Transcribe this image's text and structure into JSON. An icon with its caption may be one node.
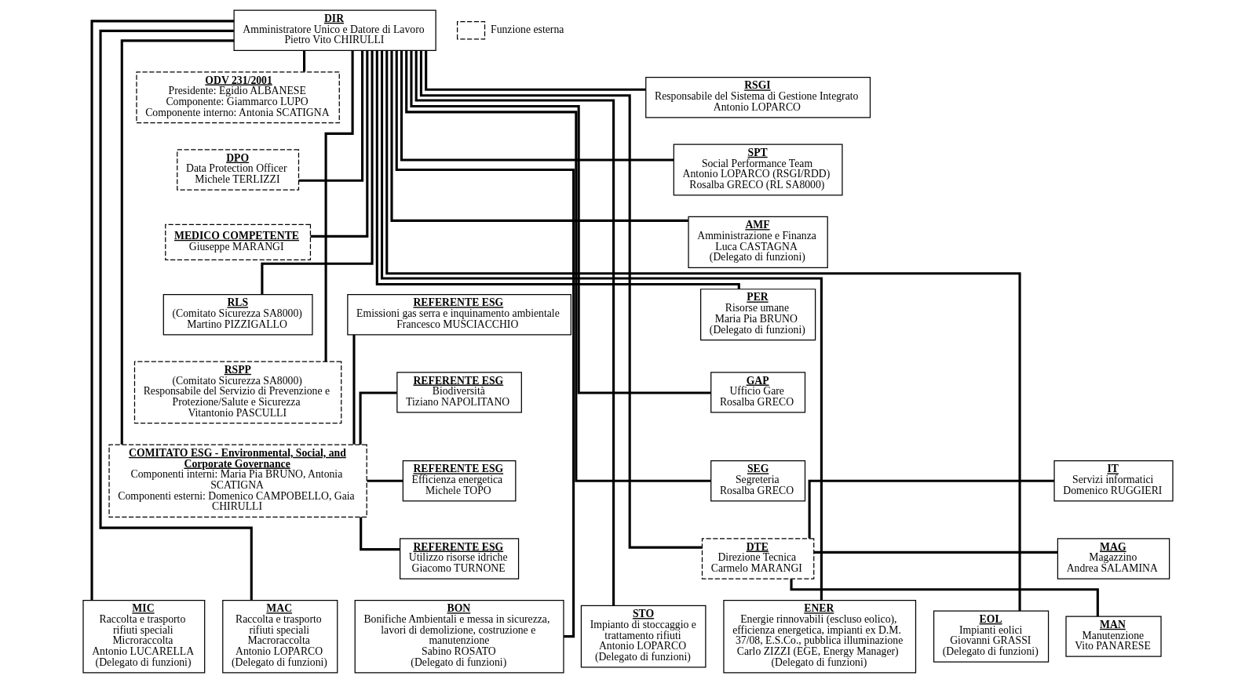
{
  "diagram": {
    "nodes": [
      {
        "text": [
          "DIR",
          "Amministratore Unico e Datore di Lavoro",
          "Pietro Vito CHIRULLI"
        ]
      },
      {
        "text": [
          "ODV 231/2001",
          "Presidente: Egidio ALBANESE",
          "Componente: Giammarco LUPO",
          "Componente interno: Antonia SCATIGNA"
        ]
      },
      {
        "text": [
          "DPO",
          "Data Protection Officer",
          "Michele TERLIZZI"
        ]
      },
      {
        "text": [
          "MEDICO COMPETENTE",
          "Giuseppe MARANGI"
        ]
      },
      {
        "text": [
          "RLS",
          "(Comitato Sicurezza SA8000)",
          "Martino PIZZIGALLO"
        ]
      },
      {
        "text": [
          "RSPP",
          "(Comitato Sicurezza SA8000)",
          "Responsabile del Servizio di Prevenzione e Protezione/Salute e Sicurezza",
          "Vitantonio PASCULLI"
        ]
      },
      {
        "text": [
          "COMITATO ESG - Environmental, Social, and Corporate Governance",
          "Componenti interni: Maria Pia BRUNO, Antonia SCATIGNA",
          "Componenti esterni: Domenico CAMPOBELLO, Gaia CHIRULLI"
        ]
      },
      {
        "text": [
          "REFERENTE ESG",
          "Emissioni gas serra e inquinamento ambientale",
          "Francesco MUSCIACCHIO"
        ]
      },
      {
        "text": [
          "REFERENTE ESG",
          "Biodiversità",
          "Tiziano NAPOLITANO"
        ]
      },
      {
        "text": [
          "REFERENTE ESG",
          "Efficienza energetica",
          "Michele TOPO"
        ]
      },
      {
        "text": [
          "REFERENTE ESG",
          "Utilizzo risorse idriche",
          "Giacomo TURNONE"
        ]
      },
      {
        "text": [
          "RSGI",
          "Responsabile del Sistema di Gestione Integrato",
          "Antonio LOPARCO"
        ]
      },
      {
        "text": [
          "SPT",
          "Social Performance Team",
          "Antonio LOPARCO (RSGI/RDD)",
          "Rosalba GRECO (RL SA8000)"
        ]
      },
      {
        "text": [
          "AMF",
          "Amministrazione e Finanza",
          "Luca CASTAGNA",
          "(Delegato di funzioni)"
        ]
      },
      {
        "text": [
          "PER",
          "Risorse umane",
          "Maria Pia BRUNO",
          "(Delegato di funzioni)"
        ]
      },
      {
        "text": [
          "GAP",
          "Ufficio Gare",
          "Rosalba GRECO"
        ]
      },
      {
        "text": [
          "SEG",
          "Segreteria",
          "Rosalba GRECO"
        ]
      },
      {
        "text": [
          "DTE",
          "Direzione Tecnica",
          "Carmelo MARANGI"
        ]
      },
      {
        "text": [
          "IT",
          "Servizi informatici",
          "Domenico RUGGIERI"
        ]
      },
      {
        "text": [
          "MAG",
          "Magazzino",
          "Andrea SALAMINA"
        ]
      },
      {
        "text": [
          "MAN",
          "Manutenzione",
          "Vito PANARESE"
        ]
      },
      {
        "text": [
          "MIC",
          "Raccolta e trasporto rifiuti speciali Microraccolta",
          "Antonio LUCARELLA",
          "(Delegato di funzioni)"
        ]
      },
      {
        "text": [
          "MAC",
          "Raccolta e trasporto rifiuti speciali Macroraccolta",
          "Antonio LOPARCO",
          "(Delegato di funzioni)"
        ]
      },
      {
        "text": [
          "BON",
          "Bonifiche Ambientali e messa in sicurezza, lavori di demolizione, costruzione e manutenzione",
          "Sabino ROSATO",
          "(Delegato di funzioni)"
        ]
      },
      {
        "text": [
          "STO",
          "Impianto di stoccaggio e trattamento rifiuti",
          "Antonio LOPARCO",
          "(Delegato di funzioni)"
        ]
      },
      {
        "text": [
          "ENER",
          "Energie rinnovabili (escluso eolico), efficienza energetica, impianti ex D.M. 37/08, E.S.Co., pubblica illuminazione",
          "Carlo ZIZZI (EGE, Energy Manager)",
          "(Delegato di funzioni)"
        ]
      },
      {
        "text": [
          "EOL",
          "Impianti eolici",
          "Giovanni GRASSI",
          "(Delegato di funzioni)"
        ]
      }
    ],
    "edges": [
      {
        "from": 0,
        "to": 1,
        "arrow": "none"
      },
      {
        "from": 0,
        "to": 2,
        "arrow": "none"
      },
      {
        "from": 0,
        "to": 3,
        "arrow": "none"
      },
      {
        "from": 0,
        "to": 4,
        "arrow": "none"
      },
      {
        "from": 0,
        "to": 5,
        "arrow": "none"
      },
      {
        "from": 0,
        "to": 6,
        "arrow": "none"
      },
      {
        "from": 6,
        "to": 7,
        "arrow": "none"
      },
      {
        "from": 6,
        "to": 8,
        "arrow": "none"
      },
      {
        "from": 6,
        "to": 9,
        "arrow": "none"
      },
      {
        "from": 6,
        "to": 10,
        "arrow": "none"
      },
      {
        "from": 0,
        "to": 11,
        "arrow": "none"
      },
      {
        "from": 0,
        "to": 12,
        "arrow": "none"
      },
      {
        "from": 0,
        "to": 13,
        "arrow": "none"
      },
      {
        "from": 0,
        "to": 14,
        "arrow": "none"
      },
      {
        "from": 0,
        "to": 15,
        "arrow": "none"
      },
      {
        "from": 0,
        "to": 16,
        "arrow": "none"
      },
      {
        "from": 0,
        "to": 17,
        "arrow": "none"
      },
      {
        "from": 17,
        "to": 18,
        "arrow": "none"
      },
      {
        "from": 17,
        "to": 19,
        "arrow": "none"
      },
      {
        "from": 17,
        "to": 20,
        "arrow": "none"
      },
      {
        "from": 0,
        "to": 21,
        "arrow": "none"
      },
      {
        "from": 0,
        "to": 22,
        "arrow": "none"
      },
      {
        "from": 0,
        "to": 23,
        "arrow": "none"
      },
      {
        "from": 0,
        "to": 24,
        "arrow": "none"
      },
      {
        "from": 0,
        "to": 25,
        "arrow": "none"
      },
      {
        "from": 0,
        "to": 26,
        "arrow": "none"
      }
    ],
    "legend": [
      {
        "text": "Funzione esterna"
      }
    ]
  }
}
